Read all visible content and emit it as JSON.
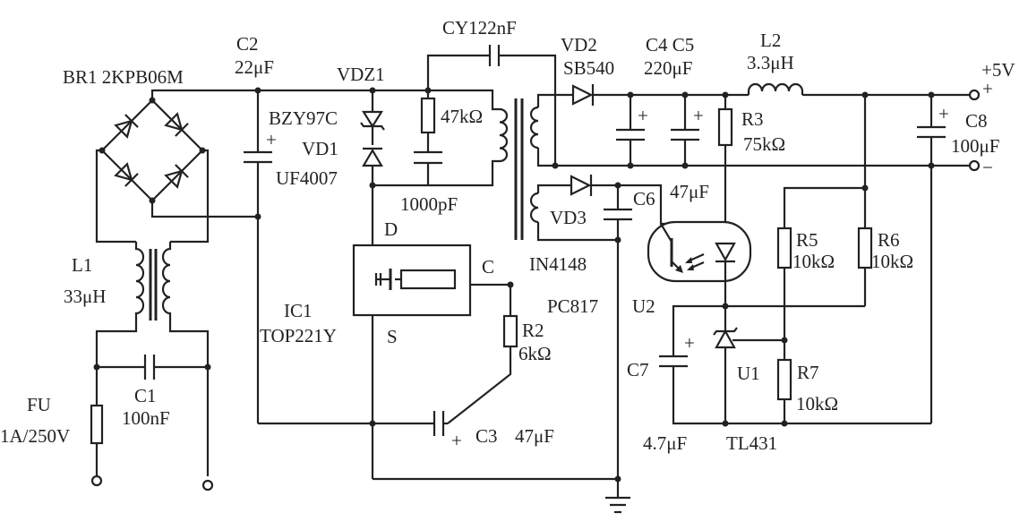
{
  "labels": {
    "br1": "BR1 2KPB06M",
    "c2_name": "C2",
    "c2_value": "22μF",
    "vdz1": "VDZ1",
    "bzy97c": "BZY97C",
    "vd1": "VD1",
    "uf4007": "UF4007",
    "cy": "CY122nF",
    "r47k": "47kΩ",
    "c1000p": "1000pF",
    "vd2": "VD2",
    "sb540": "SB540",
    "c4c5_name": "C4 C5",
    "c4c5_value": "220μF",
    "l2_name": "L2",
    "l2_value": "3.3μH",
    "out_plus": "+5V",
    "plus_sign": "+",
    "minus_sign": "−",
    "r3_name": "R3",
    "r3_value": "75kΩ",
    "c8_name": "C8",
    "c8_value": "100μF",
    "c6": "C6",
    "c6_value": "47μF",
    "vd3": "VD3",
    "in4148": "IN4148",
    "d": "D",
    "c_pin": "C",
    "s": "S",
    "ic1": "IC1",
    "top221y": "TOP221Y",
    "l1_name": "L1",
    "l1_value": "33μH",
    "r2_name": "R2",
    "r2_value": "6kΩ",
    "pc817": "PC817",
    "u2": "U2",
    "r5_name": "R5",
    "r5_value": "10kΩ",
    "r6_name": "R6",
    "r6_value": "10kΩ",
    "c7_name": "C7",
    "c7_value": "4.7μF",
    "u1": "U1",
    "r7_name": "R7",
    "r7_value": "10kΩ",
    "tl431": "TL431",
    "c3_name": "C3",
    "c3_value": "47μF",
    "c1_name": "C1",
    "c1_value": "100nF",
    "fu_name": "FU",
    "fu_value": "1A/250V"
  }
}
